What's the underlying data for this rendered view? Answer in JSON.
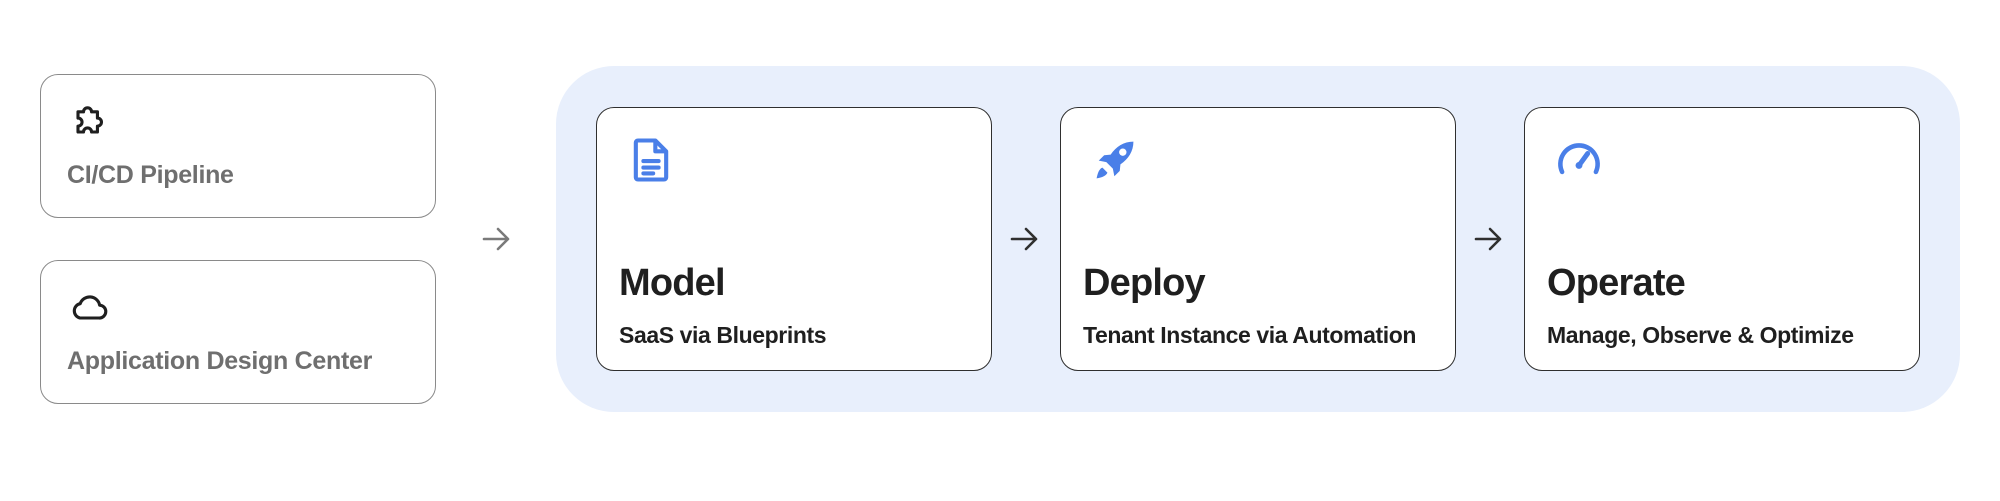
{
  "sources": [
    {
      "label": "CI/CD Pipeline",
      "icon": "puzzle-piece-icon"
    },
    {
      "label": "Application Design Center",
      "icon": "cloud-icon"
    }
  ],
  "stages": [
    {
      "title": "Model",
      "subtitle": "SaaS via Blueprints",
      "icon": "document-icon"
    },
    {
      "title": "Deploy",
      "subtitle": "Tenant Instance via Automation",
      "icon": "rocket-icon"
    },
    {
      "title": "Operate",
      "subtitle": "Manage, Observe & Optimize",
      "icon": "speedometer-icon"
    }
  ],
  "colors": {
    "panel_background": "#e8effc",
    "icon_blue": "#4a7fe8",
    "source_label": "#6f6f6f",
    "text_dark": "#1f1f1f",
    "arrow_gray": "#7a7a7a",
    "arrow_dark": "#2f2f2f"
  }
}
